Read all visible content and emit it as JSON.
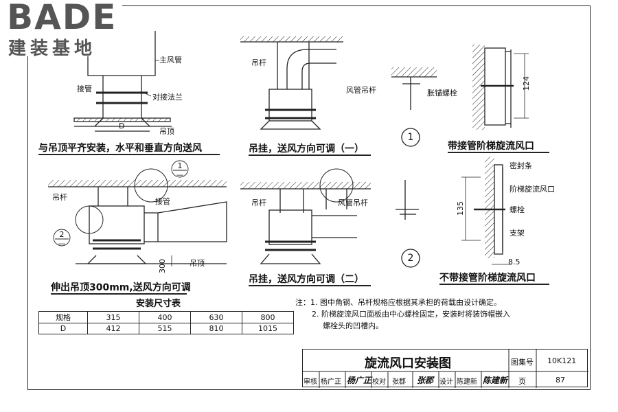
{
  "logo": {
    "main": "BADE",
    "sub": "建装基地"
  },
  "fig1": {
    "label_main_duct": "主风管",
    "label_connect_pipe": "接管",
    "label_flange": "对接法兰",
    "label_D": "D",
    "label_ceiling": "吊顶",
    "caption": "与吊顶平齐安装，水平和垂直方向送风"
  },
  "fig2": {
    "label_rod": "吊杆",
    "label_hanger": "风管吊杆",
    "caption": "吊挂，送风方向可调（一）"
  },
  "fig3": {
    "label_rod": "吊杆",
    "label_connect_pipe": "接管",
    "label_300": "300",
    "label_ceiling": "吊顶",
    "bubble_1": "1",
    "bubble_2": "2",
    "bubble_dash": "—",
    "caption": "伸出吊顶300mm,送风方向可调"
  },
  "fig4": {
    "label_rod": "吊杆",
    "label_hanger": "风管吊杆",
    "caption": "吊挂，送风方向可调（二）"
  },
  "detail1": {
    "num": "1",
    "label_anchor": "胀锚螺栓"
  },
  "detail2": {
    "num": "2"
  },
  "fig5": {
    "label_124": "124",
    "caption": "带接管阶梯旋流风口"
  },
  "fig6": {
    "label_seal": "密封条",
    "label_diffuser": "阶梯旋流风口",
    "label_bolt": "螺栓",
    "label_bracket": "支架",
    "label_135": "135",
    "label_85": "8.5",
    "caption": "不带接管阶梯旋流风口"
  },
  "size_table": {
    "title": "安装尺寸表",
    "rows": [
      {
        "head": "规格",
        "cells": [
          "315",
          "400",
          "630",
          "800"
        ]
      },
      {
        "head": "D",
        "cells": [
          "412",
          "515",
          "810",
          "1015"
        ]
      }
    ]
  },
  "notes": {
    "line1": "注：1. 图中角钢、吊杆规格应根据其承担的荷载由设计确定。",
    "line2": "2. 阶梯旋流风口面板由中心螺栓固定，安装时将装饰帽嵌入",
    "line3": "螺栓头的凹槽内。"
  },
  "title_block": {
    "title": "旋流风口安装图",
    "atlas_label": "图集号",
    "atlas_value": "10K121",
    "review_label": "审核",
    "review_name": "杨广正",
    "review_sign": "杨广正",
    "check_label": "校对",
    "check_name": "张郡",
    "check_sign": "张郡",
    "design_label": "设计",
    "design_name": "陈建新",
    "design_sign": "陈建新",
    "page_label": "页",
    "page_value": "87"
  }
}
